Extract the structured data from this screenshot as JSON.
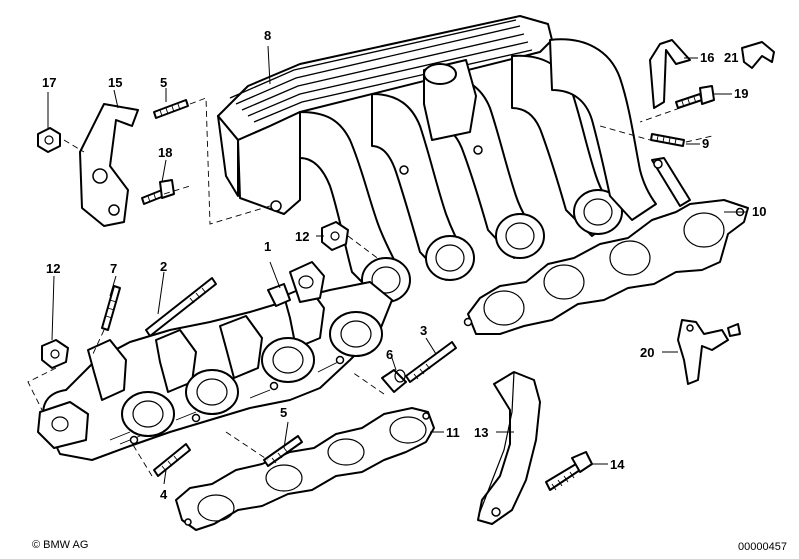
{
  "diagram": {
    "callouts": {
      "c1": "1",
      "c2": "2",
      "c3": "3",
      "c4": "4",
      "c5a": "5",
      "c5b": "5",
      "c6": "6",
      "c7": "7",
      "c8": "8",
      "c9": "9",
      "c10": "10",
      "c11": "11",
      "c12a": "12",
      "c12b": "12",
      "c13": "13",
      "c14": "14",
      "c15": "15",
      "c16": "16",
      "c17": "17",
      "c18": "18",
      "c19": "19",
      "c20": "20",
      "c21": "21"
    },
    "copyright": "© BMW AG",
    "drawing_number": "00000457"
  }
}
